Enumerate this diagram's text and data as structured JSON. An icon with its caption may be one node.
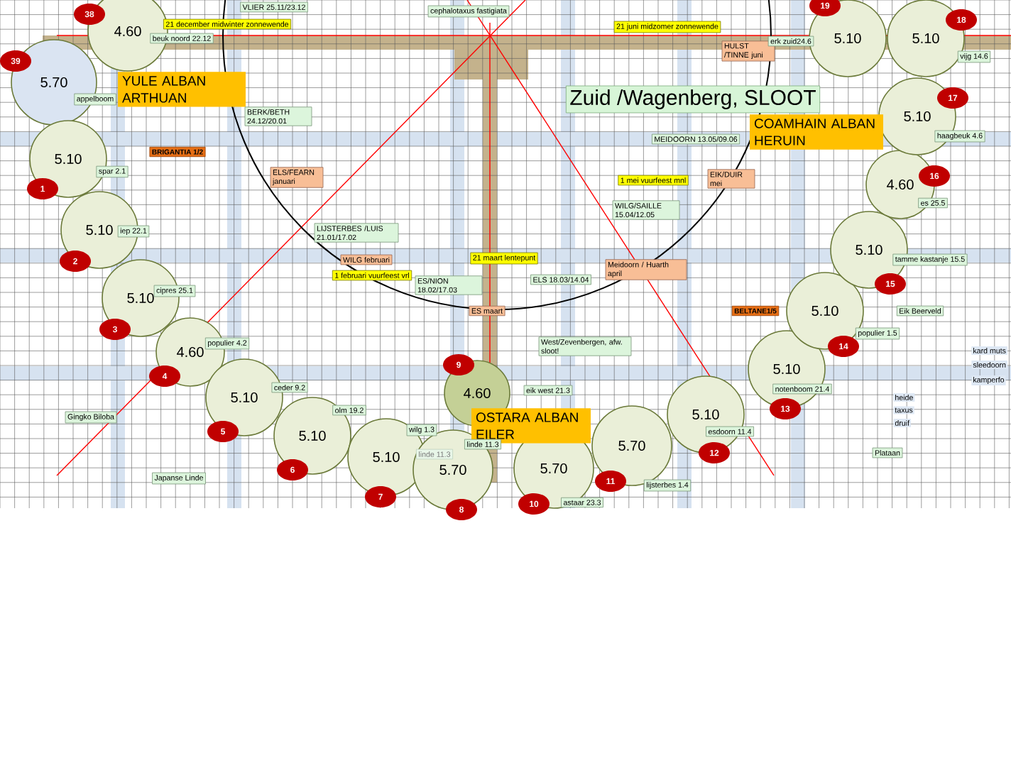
{
  "diagram": {
    "nodes": [
      {
        "text": [
          "4.60"
        ]
      },
      {
        "text": [
          "38"
        ]
      },
      {
        "text": [
          "5.70"
        ]
      },
      {
        "text": [
          "39"
        ]
      },
      {
        "text": [
          "5.10"
        ]
      },
      {
        "text": [
          "1"
        ]
      },
      {
        "text": [
          "5.10"
        ]
      },
      {
        "text": [
          "2"
        ]
      },
      {
        "text": [
          "5.10"
        ]
      },
      {
        "text": [
          "3"
        ]
      },
      {
        "text": [
          "4.60"
        ]
      },
      {
        "text": [
          "4"
        ]
      },
      {
        "text": [
          "5.10"
        ]
      },
      {
        "text": [
          "5"
        ]
      },
      {
        "text": [
          "5.10"
        ]
      },
      {
        "text": [
          "6"
        ]
      },
      {
        "text": [
          "5.10"
        ]
      },
      {
        "text": [
          "7"
        ]
      },
      {
        "text": [
          "5.70"
        ]
      },
      {
        "text": [
          "8"
        ]
      },
      {
        "text": [
          "4.60"
        ]
      },
      {
        "text": [
          "9"
        ]
      },
      {
        "text": [
          "5.70"
        ]
      },
      {
        "text": [
          "10"
        ]
      },
      {
        "text": [
          "5.70"
        ]
      },
      {
        "text": [
          "11"
        ]
      },
      {
        "text": [
          "5.10"
        ]
      },
      {
        "text": [
          "12"
        ]
      },
      {
        "text": [
          "5.10"
        ]
      },
      {
        "text": [
          "13"
        ]
      },
      {
        "text": [
          "5.10"
        ]
      },
      {
        "text": [
          "14"
        ]
      },
      {
        "text": [
          "5.10"
        ]
      },
      {
        "text": [
          "15"
        ]
      },
      {
        "text": [
          "4.60"
        ]
      },
      {
        "text": [
          "16"
        ]
      },
      {
        "text": [
          "5.10"
        ]
      },
      {
        "text": [
          "17"
        ]
      },
      {
        "text": [
          "5.10"
        ]
      },
      {
        "text": [
          "18"
        ]
      },
      {
        "text": [
          "5.10"
        ]
      },
      {
        "text": [
          "19"
        ]
      },
      {
        "text": [
          "VLIER 25.11/23.12"
        ]
      },
      {
        "text": [
          "21 december midwinter zonnewende"
        ]
      },
      {
        "text": [
          "beuk noord 22.12"
        ]
      },
      {
        "text": [
          "cephalotaxus fastigiata"
        ]
      },
      {
        "text": [
          "21 juni midzomer zonnewende"
        ]
      },
      {
        "text": [
          "HULST /TINNE juni"
        ]
      },
      {
        "text": [
          "erk zuid24.6"
        ]
      },
      {
        "text": [
          "vijg 14.6"
        ]
      },
      {
        "text": [
          "appelboom"
        ]
      },
      {
        "text": [
          "YULE ALBAN ARTHUAN"
        ]
      },
      {
        "text": [
          "BERK/BETH 24.12/20.01"
        ]
      },
      {
        "text": [
          "Zuid /Wagenberg, SLOOT"
        ]
      },
      {
        "text": [
          "COAMHAIN ALBAN HERUIN"
        ]
      },
      {
        "text": [
          "MEIDOORN 13.05/09.06"
        ]
      },
      {
        "text": [
          "haagbeuk 4.6"
        ]
      },
      {
        "text": [
          "BRIGANTIA 1/2"
        ]
      },
      {
        "text": [
          "spar 2.1"
        ]
      },
      {
        "text": [
          "ELS/FEARN januari"
        ]
      },
      {
        "text": [
          "1 mei vuurfeest mnl"
        ]
      },
      {
        "text": [
          "EIK/DUIR mei"
        ]
      },
      {
        "text": [
          "es 25.5"
        ]
      },
      {
        "text": [
          "WILG/SAILLE 15.04/12.05"
        ]
      },
      {
        "text": [
          "iep 22.1"
        ]
      },
      {
        "text": [
          "LIJSTERBES /LUIS 21.01/17.02"
        ]
      },
      {
        "text": [
          "WILG februari"
        ]
      },
      {
        "text": [
          "1 februari vuurfeest vrl"
        ]
      },
      {
        "text": [
          "21 maart lentepunt"
        ]
      },
      {
        "text": [
          "Meidoorn / Huarth april"
        ]
      },
      {
        "text": [
          "tamme kastanje 15.5"
        ]
      },
      {
        "text": [
          "ES/NION 18.02/17.03"
        ]
      },
      {
        "text": [
          "ELS 18.03/14.04"
        ]
      },
      {
        "text": [
          "cipres 25.1"
        ]
      },
      {
        "text": [
          "ES maart"
        ]
      },
      {
        "text": [
          "BELTANE1/5"
        ]
      },
      {
        "text": [
          "Eik Beerveld"
        ]
      },
      {
        "text": [
          "West/Zevenbergen, afw. sloot!"
        ]
      },
      {
        "text": [
          "populier 4.2"
        ]
      },
      {
        "text": [
          "populier 1.5"
        ]
      },
      {
        "text": [
          "ceder 9.2"
        ]
      },
      {
        "text": [
          "eik west 21.3"
        ]
      },
      {
        "text": [
          "notenboom 21.4"
        ]
      },
      {
        "text": [
          "olm 19.2"
        ]
      },
      {
        "text": [
          "Gingko Biloba"
        ]
      },
      {
        "text": [
          "OSTARA ALBAN EILER"
        ]
      },
      {
        "text": [
          "esdoorn 11.4"
        ]
      },
      {
        "text": [
          "wilg 1.3"
        ]
      },
      {
        "text": [
          "linde 11.3"
        ]
      },
      {
        "text": [
          "linde 11.3"
        ],
        "in": 18
      },
      {
        "text": [
          "Plataan"
        ]
      },
      {
        "text": [
          "Japanse Linde"
        ]
      },
      {
        "text": [
          "lijsterbes 1.4"
        ]
      },
      {
        "text": [
          "astaar 23.3"
        ]
      }
    ],
    "labels": [
      "kard muts",
      "sleedoorn",
      "kamperfo",
      "heide",
      "taxus",
      "druif"
    ]
  }
}
